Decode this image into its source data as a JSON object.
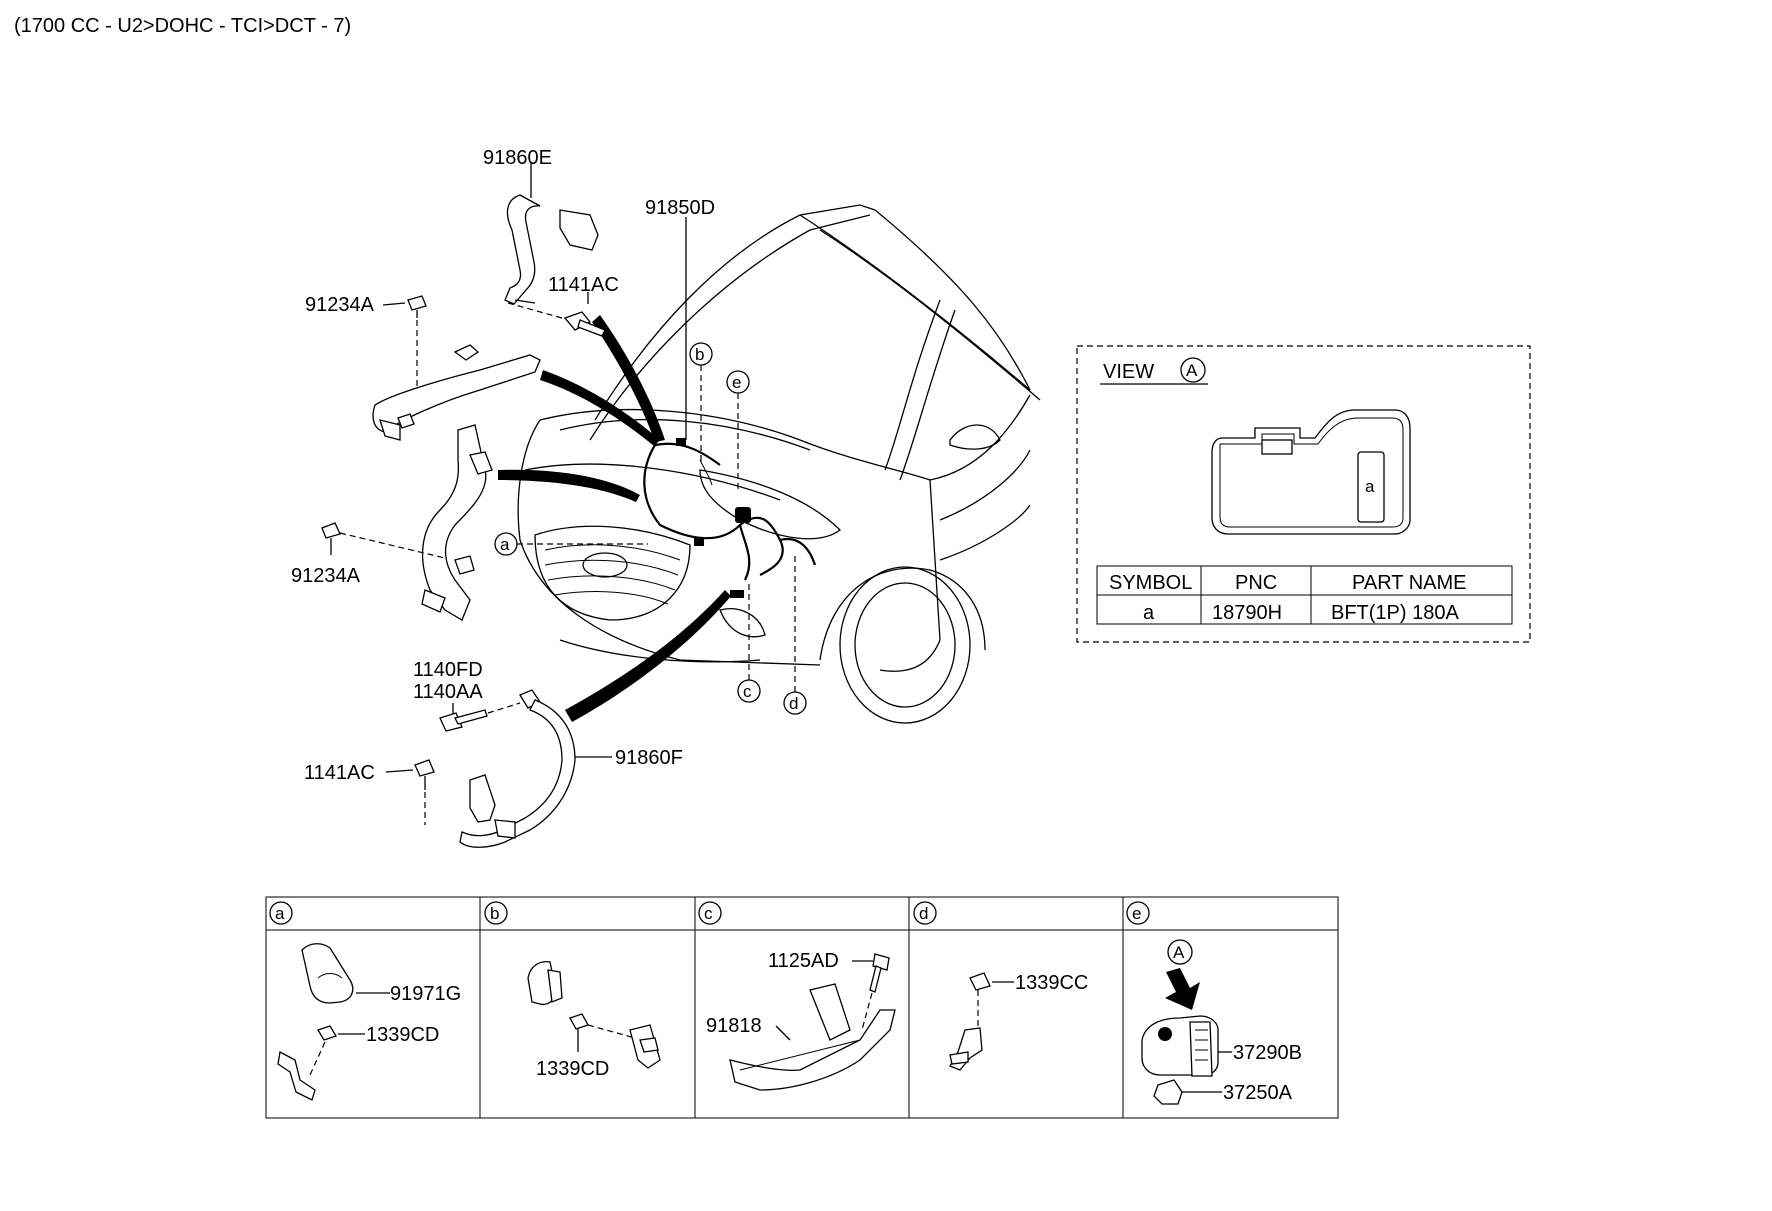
{
  "header": {
    "spec": "(1700 CC - U2>DOHC - TCI>DCT - 7)"
  },
  "labels": {
    "p91860E": "91860E",
    "p91850D": "91850D",
    "p1141AC_top": "1141AC",
    "p91234A_top": "91234A",
    "p91234A_mid": "91234A",
    "p1140FD": "1140FD",
    "p1140AA": "1140AA",
    "p1141AC_bot": "1141AC",
    "p91860F": "91860F"
  },
  "callouts": {
    "a": "a",
    "b": "b",
    "c": "c",
    "d": "d",
    "e": "e"
  },
  "view_box": {
    "title": "VIEW",
    "ref": "A",
    "slot_label": "a",
    "table": {
      "headers": [
        "SYMBOL",
        "PNC",
        "PART NAME"
      ],
      "rows": [
        [
          "a",
          "18790H",
          "BFT(1P) 180A"
        ]
      ]
    }
  },
  "detail_table": {
    "columns": [
      {
        "key": "a",
        "parts": [
          "91971G",
          "1339CD"
        ]
      },
      {
        "key": "b",
        "parts": [
          "1339CD"
        ]
      },
      {
        "key": "c",
        "parts": [
          "1125AD",
          "91818"
        ]
      },
      {
        "key": "d",
        "parts": [
          "1339CC"
        ]
      },
      {
        "key": "e",
        "ref": "A",
        "parts": [
          "37290B",
          "37250A"
        ]
      }
    ]
  }
}
